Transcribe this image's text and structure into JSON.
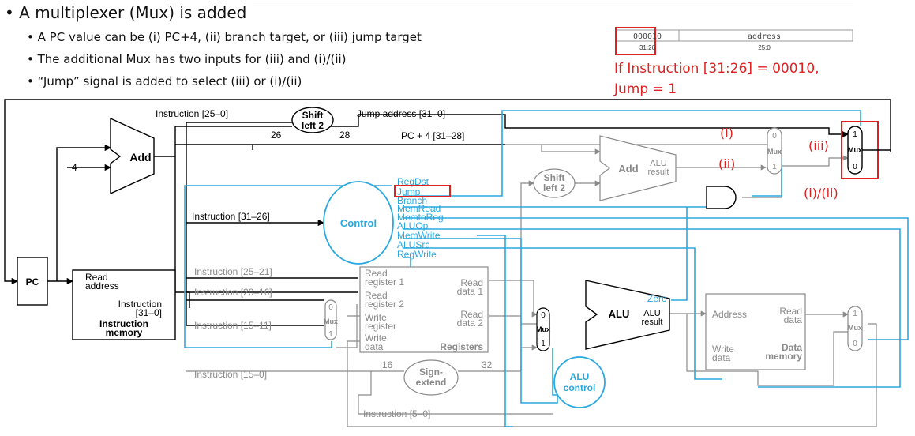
{
  "bullets": {
    "main": "A multiplexer (Mux) is added",
    "sub": [
      "A PC value can be (i) PC+4, (ii) branch target, or (iii) jump target",
      "The additional Mux has two inputs for (iii) and (i)/(ii)",
      "“Jump” signal is added to select (iii) or (i)/(ii)"
    ]
  },
  "format": {
    "opcode": "000010",
    "field": "address",
    "opcode_bits": "31:26",
    "field_bits": "25:0"
  },
  "note": {
    "line1": "If Instruction [31:26] = 00010,",
    "line2": "Jump = 1"
  },
  "annotations": {
    "i": "(i)",
    "ii": "(ii)",
    "iii": "(iii)",
    "i_ii": "(i)/(ii)"
  },
  "labels": {
    "instr_25_0": "Instruction [25–0]",
    "shift_left2_top_a": "Shift",
    "shift_left2_top_b": "left 2",
    "n26": "26",
    "n28": "28",
    "jump_address": "Jump address [31–0]",
    "pc4": "PC + 4 [31–28]",
    "add": "Add",
    "four": "4",
    "pc": "PC",
    "read_address_a": "Read",
    "read_address_b": "address",
    "instruction_a": "Instruction",
    "instruction_b": "[31–0]",
    "imem_a": "Instruction",
    "imem_b": "memory",
    "instr_31_26": "Instruction [31–26]",
    "control": "Control",
    "instr_25_21": "Instruction [25–21]",
    "instr_20_16": "Instruction [20–16]",
    "instr_15_11": "Instruction [15–11]",
    "instr_15_0": "Instruction [15–0]",
    "instr_5_0": "Instruction [5–0]",
    "read_reg1_a": "Read",
    "read_reg1_b": "register 1",
    "read_reg2_a": "Read",
    "read_reg2_b": "register 2",
    "write_reg_a": "Write",
    "write_reg_b": "register",
    "write_data_a": "Write",
    "write_data_b": "data",
    "read_data1_a": "Read",
    "read_data1_b": "data 1",
    "read_data2_a": "Read",
    "read_data2_b": "data 2",
    "registers": "Registers",
    "n16": "16",
    "n32": "32",
    "sign_a": "Sign-",
    "sign_b": "extend",
    "alu_control_a": "ALU",
    "alu_control_b": "control",
    "alu": "ALU",
    "alu_result_a": "ALU",
    "alu_result_b": "result",
    "zero": "Zero",
    "add2": "Add",
    "add2_alu": "ALU",
    "add2_result": "result",
    "shift2_a": "Shift",
    "shift2_b": "left 2",
    "dm_address": "Address",
    "dm_read_a": "Read",
    "dm_read_b": "data",
    "dm_write_a": "Write",
    "dm_write_b": "data",
    "dm_data_a": "Data",
    "dm_data_b": "memory",
    "mux": "Mux",
    "one": "1",
    "zero_in": "0"
  },
  "control_signals": [
    "RegDst",
    "Jump",
    "Branch",
    "MemRead",
    "MemtoReg",
    "ALUOp",
    "MemWrite",
    "ALUSrc",
    "RegWrite"
  ],
  "colors": {
    "control_blue": "#29a8e0",
    "highlight_red": "#e02020",
    "wire": "#000000",
    "faded": "#8a8a8a"
  }
}
